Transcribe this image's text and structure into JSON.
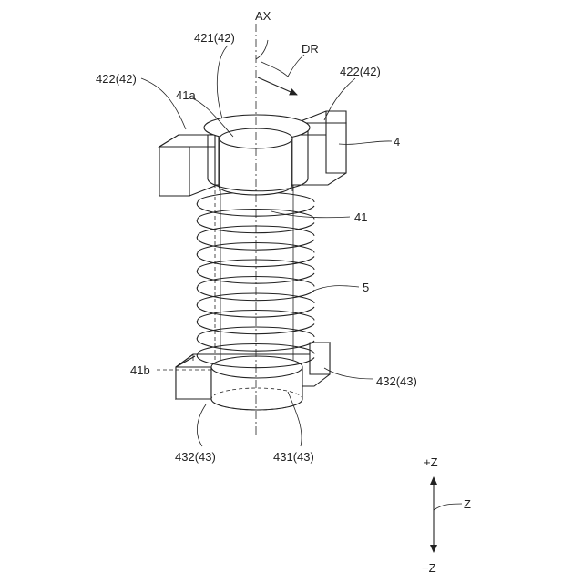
{
  "labels": {
    "axis": "AX",
    "direction": "DR",
    "top_boss": "421(42)",
    "top_lug_left": "422(42)",
    "top_lug_right": "422(42)",
    "top_end": "41a",
    "holder": "4",
    "shaft": "41",
    "spring": "5",
    "bottom_end": "41b",
    "bottom_lug_right": "432(43)",
    "bottom_lug_left": "432(43)",
    "bottom_boss": "431(43)"
  },
  "axis_legend": {
    "plus": "+Z",
    "name": "Z",
    "minus": "−Z"
  }
}
